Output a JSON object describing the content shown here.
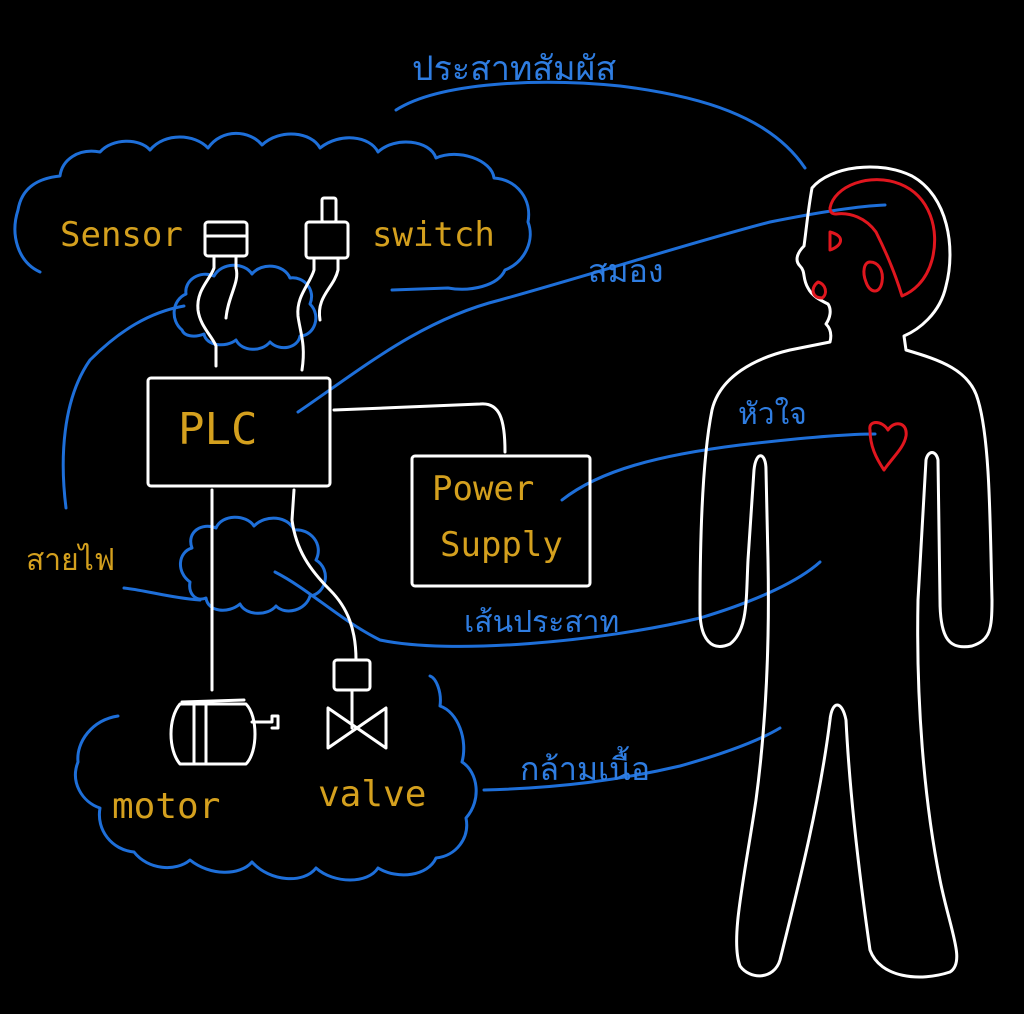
{
  "colors": {
    "background": "#000000",
    "line_white": "#ffffff",
    "line_blue": "#1e6fd9",
    "text_orange": "#d4a01e",
    "text_blue": "#2f7de1",
    "organ_red": "#e0161e"
  },
  "machine": {
    "sensor": "Sensor",
    "switch": "switch",
    "plc": "PLC",
    "power_supply_line1": "Power",
    "power_supply_line2": "Supply",
    "motor": "motor",
    "valve": "valve",
    "wire": "สายไฟ"
  },
  "body": {
    "sensory_nerve": "ประสาทสัมผัส",
    "brain": "สมอง",
    "heart": "หัวใจ",
    "nerve": "เส้นประสาท",
    "muscle": "กล้ามเนื้อ"
  },
  "icons": [
    "sensor-icon",
    "switch-icon",
    "motor-icon",
    "valve-icon",
    "brain-icon",
    "heart-icon",
    "human-figure"
  ]
}
